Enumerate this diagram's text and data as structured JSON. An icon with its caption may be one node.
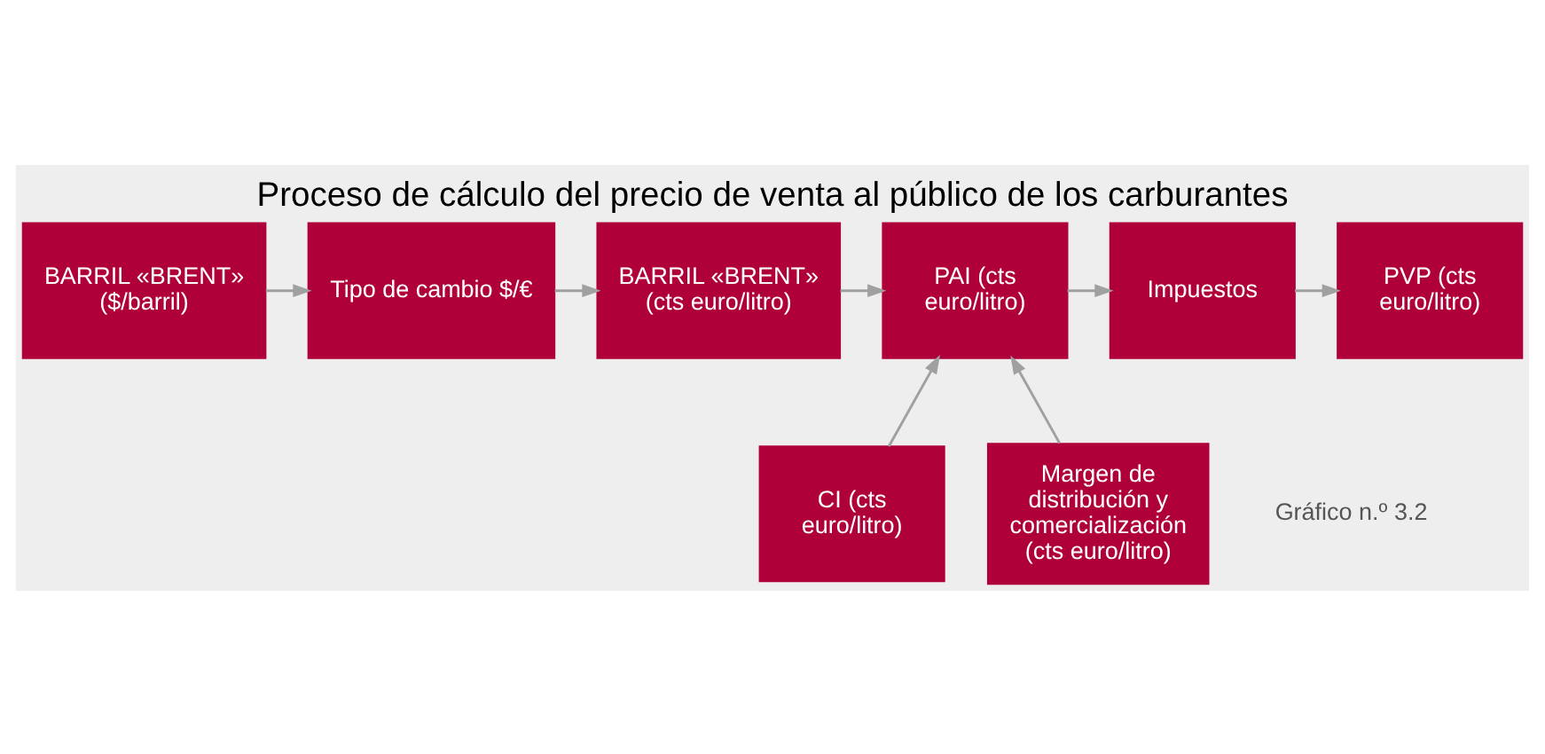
{
  "diagram": {
    "title": "Proceso de cálculo del precio de venta al público de los carburantes",
    "nodes": [
      {
        "text": [
          "BARRIL «BRENT» ($/barril)"
        ]
      },
      {
        "text": [
          "Tipo de cambio $/€"
        ]
      },
      {
        "text": [
          "BARRIL «BRENT» (cts euro/litro)"
        ]
      },
      {
        "text": [
          "PAI (cts euro/litro)"
        ]
      },
      {
        "text": [
          "Impuestos"
        ]
      },
      {
        "text": [
          "PVP (cts euro/litro)"
        ]
      },
      {
        "text": [
          "CI (cts euro/litro)"
        ]
      },
      {
        "text": [
          "Margen de distribución y comercialización (cts euro/litro)"
        ]
      }
    ],
    "edges": [
      {
        "from": 0,
        "to": 1,
        "arrow": "to"
      },
      {
        "from": 1,
        "to": 2,
        "arrow": "to"
      },
      {
        "from": 2,
        "to": 3,
        "arrow": "to"
      },
      {
        "from": 3,
        "to": 4,
        "arrow": "to"
      },
      {
        "from": 4,
        "to": 5,
        "arrow": "to"
      },
      {
        "from": 6,
        "to": 3,
        "arrow": "to"
      },
      {
        "from": 7,
        "to": 3,
        "arrow": "to"
      }
    ],
    "labels": [
      "Gráfico n.º 3.2"
    ]
  }
}
